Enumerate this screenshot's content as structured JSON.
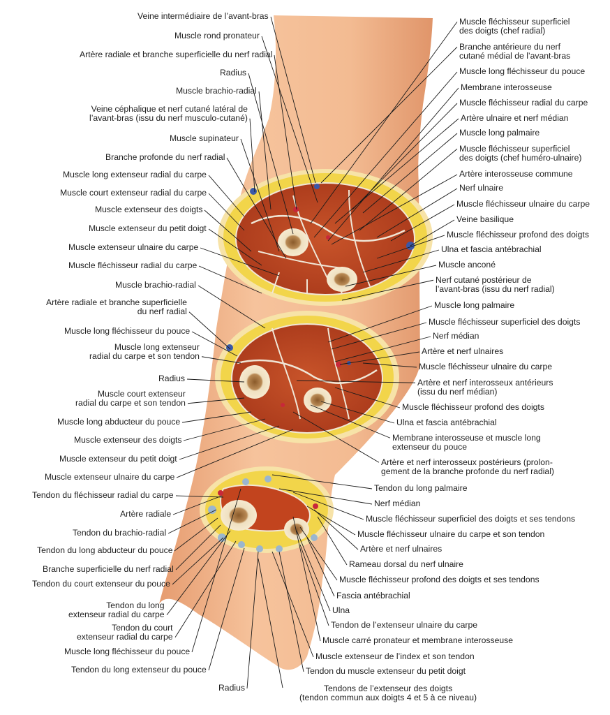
{
  "left_labels": [
    "Veine intermédiaire de l’avant-bras",
    "Muscle rond pronateur",
    "Artère radiale et branche superficielle du nerf radial",
    "Radius",
    "Muscle brachio-radial",
    "Veine céphalique et nerf cutané latéral de\nl’avant-bras (issu du nerf musculo-cutané)",
    "Muscle supinateur",
    "Branche profonde du nerf radial",
    "Muscle long extenseur radial du carpe",
    "Muscle court extenseur radial du carpe",
    "Muscle extenseur des doigts",
    "Muscle extenseur du petit doigt",
    "Muscle extenseur ulnaire du carpe",
    "Muscle fléchisseur radial du carpe",
    "Muscle brachio-radial",
    "Artère radiale et branche superficielle\ndu nerf radial",
    "Muscle long fléchisseur du pouce",
    "Muscle long extenseur\nradial du carpe et son tendon",
    "Radius",
    "Muscle court extenseur\nradial du carpe et son tendon",
    "Muscle long abducteur du pouce",
    "Muscle extenseur des doigts",
    "Muscle extenseur du petit doigt",
    "Muscle extenseur ulnaire du carpe",
    "Tendon du fléchisseur radial du carpe",
    "Artère radiale",
    "Tendon du brachio-radial",
    "Tendon du long abducteur du pouce",
    "Branche superficielle du nerf radial",
    "Tendon du court extenseur du pouce",
    "Tendon du long\nextenseur radial du carpe",
    "Tendon du court\nextenseur radial du carpe",
    "Muscle long fléchisseur du pouce",
    "Tendon du long extenseur du pouce",
    "Radius"
  ],
  "right_labels": [
    "Muscle fléchisseur superficiel\ndes doigts (chef radial)",
    "Branche antérieure du nerf\ncutané médial de l’avant-bras",
    "Muscle long fléchisseur du pouce",
    "Membrane interosseuse",
    "Muscle fléchisseur radial du carpe",
    "Artère ulnaire et nerf médian",
    "Muscle long palmaire",
    "Muscle fléchisseur superficiel\ndes doigts (chef huméro-ulnaire)",
    "Artère interosseuse commune",
    "Nerf ulnaire",
    "Muscle fléchisseur ulnaire du carpe",
    "Veine basilique",
    "Muscle fléchisseur profond des doigts",
    "Ulna et fascia antébrachial",
    "Muscle anconé",
    "Nerf cutané postérieur de\nl’avant-bras (issu du nerf radial)",
    "Muscle long palmaire",
    "Muscle fléchisseur superficiel des doigts",
    "Nerf médian",
    "Artère et nerf ulnaires",
    "Muscle fléchisseur ulnaire du carpe",
    "Artère et nerf interosseux antérieurs\n(issu du nerf médian)",
    "Muscle fléchisseur profond des doigts",
    "Ulna et fascia antébrachial",
    "Membrane interosseuse et muscle long\nextenseur du pouce",
    "Artère et nerf interosseux postérieurs (prolon-\ngement de la branche profonde du nerf radial)",
    "Tendon du long palmaire",
    "Nerf médian",
    "Muscle fléchisseur superficiel des doigts et ses tendons",
    "Muscle fléchisseur ulnaire du carpe et son tendon",
    "Artère et nerf ulnaires",
    "Rameau dorsal du nerf ulnaire",
    "Muscle fléchisseur profond des doigts et ses tendons",
    "Fascia antébrachial",
    "Ulna",
    "Tendon de l’extenseur ulnaire du carpe",
    "Muscle carré pronateur et membrane interosseuse",
    "Muscle extenseur de l’index et son tendon",
    "Tendon du muscle extenseur du petit doigt"
  ],
  "bottom_label": "Tendons de l’extenseur des doigts\n(tendon commun aux doigts 4 et 5 à ce niveau)",
  "colors": {
    "skin": "#f2b990",
    "skin_shade": "#e49a6e",
    "muscle": "#b8401e",
    "fat": "#f2d54a",
    "bone": "#f3e6c8",
    "marrow": "#a07038",
    "leader": "#1a1a1a"
  }
}
